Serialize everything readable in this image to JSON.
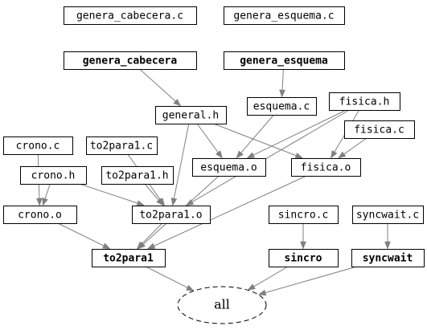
{
  "diagram": {
    "nodes": [
      {
        "id": "genera_cabecera_c",
        "label": "genera_cabecera.c",
        "bold": false
      },
      {
        "id": "genera_esquema_c",
        "label": "genera_esquema.c",
        "bold": false
      },
      {
        "id": "genera_cabecera",
        "label": "genera_cabecera",
        "bold": true
      },
      {
        "id": "genera_esquema",
        "label": "genera_esquema",
        "bold": true
      },
      {
        "id": "general_h",
        "label": "general.h",
        "bold": false
      },
      {
        "id": "esquema_c",
        "label": "esquema.c",
        "bold": false
      },
      {
        "id": "fisica_h",
        "label": "fisica.h",
        "bold": false
      },
      {
        "id": "fisica_c",
        "label": "fisica.c",
        "bold": false
      },
      {
        "id": "crono_c",
        "label": "crono.c",
        "bold": false
      },
      {
        "id": "to2para1_c",
        "label": "to2para1.c",
        "bold": false
      },
      {
        "id": "crono_h",
        "label": "crono.h",
        "bold": false
      },
      {
        "id": "to2para1_h",
        "label": "to2para1.h",
        "bold": false
      },
      {
        "id": "esquema_o",
        "label": "esquema.o",
        "bold": false
      },
      {
        "id": "fisica_o",
        "label": "fisica.o",
        "bold": false
      },
      {
        "id": "crono_o",
        "label": "crono.o",
        "bold": false
      },
      {
        "id": "to2para1_o",
        "label": "to2para1.o",
        "bold": false
      },
      {
        "id": "sincro_c",
        "label": "sincro.c",
        "bold": false
      },
      {
        "id": "syncwait_c",
        "label": "syncwait.c",
        "bold": false
      },
      {
        "id": "to2para1",
        "label": "to2para1",
        "bold": true
      },
      {
        "id": "sincro",
        "label": "sincro",
        "bold": true
      },
      {
        "id": "syncwait",
        "label": "syncwait",
        "bold": true
      },
      {
        "id": "all",
        "label": "all",
        "bold": false,
        "shape": "ellipse"
      }
    ],
    "edges": [
      [
        "genera_cabecera",
        "general_h"
      ],
      [
        "genera_esquema",
        "esquema_c"
      ],
      [
        "general_h",
        "esquema_o"
      ],
      [
        "general_h",
        "fisica_o"
      ],
      [
        "general_h",
        "to2para1_o"
      ],
      [
        "esquema_c",
        "esquema_o"
      ],
      [
        "fisica_h",
        "esquema_o"
      ],
      [
        "fisica_h",
        "fisica_o"
      ],
      [
        "fisica_h",
        "to2para1_o"
      ],
      [
        "fisica_c",
        "fisica_o"
      ],
      [
        "crono_c",
        "crono_o"
      ],
      [
        "crono_h",
        "crono_o"
      ],
      [
        "crono_h",
        "to2para1_o"
      ],
      [
        "to2para1_c",
        "to2para1_o"
      ],
      [
        "to2para1_h",
        "to2para1_o"
      ],
      [
        "crono_o",
        "to2para1"
      ],
      [
        "to2para1_o",
        "to2para1"
      ],
      [
        "esquema_o",
        "to2para1"
      ],
      [
        "fisica_o",
        "to2para1"
      ],
      [
        "sincro_c",
        "sincro"
      ],
      [
        "syncwait_c",
        "syncwait"
      ],
      [
        "to2para1",
        "all"
      ],
      [
        "sincro",
        "all"
      ],
      [
        "syncwait",
        "all"
      ]
    ]
  }
}
